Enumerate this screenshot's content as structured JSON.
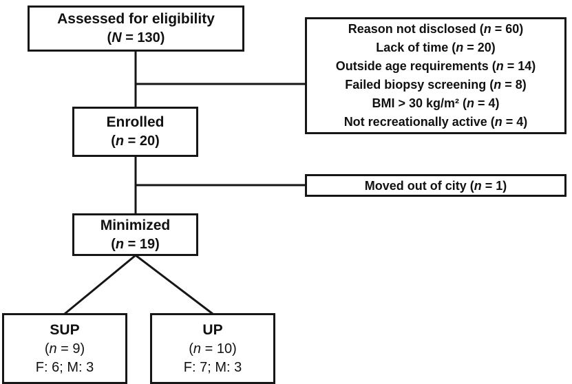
{
  "diagram": {
    "assessed": {
      "title": "Assessed for eligibility",
      "count": "(*N* = 130)"
    },
    "excluded": {
      "items": [
        "Reason not disclosed (*n* = 60)",
        "Lack of time (*n* = 20)",
        "Outside age requirements (*n* = 14)",
        "Failed biopsy screening (*n* = 8)",
        "BMI > 30 kg/m² (*n* = 4)",
        "Not recreationally active (*n* = 4)"
      ]
    },
    "enrolled": {
      "title": "Enrolled",
      "count": "(*n* = 20)"
    },
    "moved": {
      "text": "Moved out of city (*n* = 1)"
    },
    "minimized": {
      "title": "Minimized",
      "count": "(*n* = 19)"
    },
    "sup": {
      "title": "SUP",
      "count": "(*n* = 9)",
      "sex_split": "F: 6; M: 3"
    },
    "up": {
      "title": "UP",
      "count": "(*n* = 10)",
      "sex_split": "F: 7; M: 3"
    },
    "line_color": "#161616"
  }
}
